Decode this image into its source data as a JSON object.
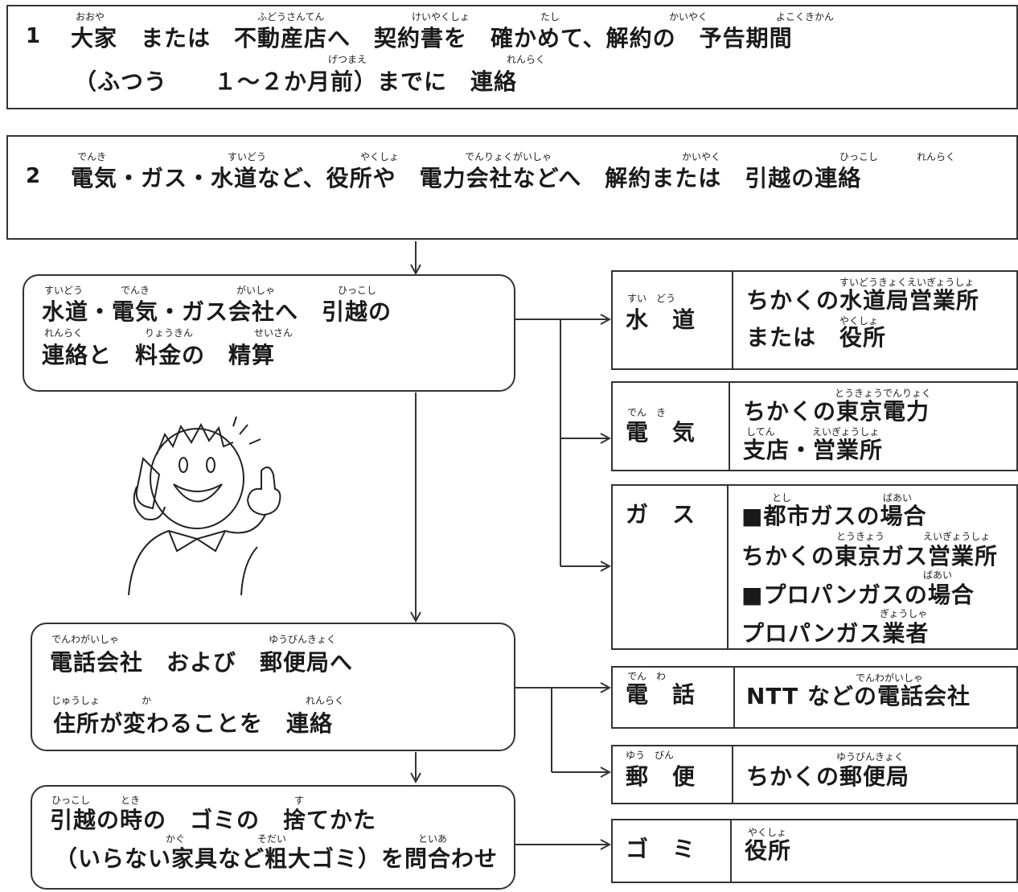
{
  "step1": {
    "number": "1",
    "line1": "大家　または　不動産店へ　契約書を　確かめて、解約の　予告期間",
    "line2": "（ふつう　　１～２か月前）までに　連絡",
    "ruby": [
      "おおや",
      "ふどうさんてん",
      "けいやくしょ",
      "たし",
      "かいやく",
      "よこくきかん",
      "げつまえ",
      "れんらく"
    ]
  },
  "step2": {
    "number": "2",
    "line1": "電気・ガス・水道など、役所や　電力会社などへ　解約または　引越の連絡",
    "ruby": [
      "でんき",
      "すいどう",
      "やくしょ",
      "でんりょくがいしゃ",
      "かいやく",
      "ひっこし",
      "れんらく"
    ]
  },
  "utilities": {
    "line1": "水道・電気・ガス会社へ　引越の",
    "line2": "連絡と　料金の　精算",
    "ruby": [
      "すいどう",
      "でんき",
      "がいしゃ",
      "ひっこし",
      "れんらく",
      "りょうきん",
      "せいさん"
    ]
  },
  "phone_post": {
    "line1": "電話会社　および　郵便局へ",
    "line2": "住所が変わることを　連絡",
    "ruby": [
      "でんわがいしゃ",
      "ゆうびんきょく",
      "じゅうしょ",
      "か",
      "れんらく"
    ]
  },
  "garbage": {
    "line1": "引越の時の　ゴミの　捨てかた",
    "line2": "（いらない家具など粗大ゴミ）を問合わせ",
    "ruby": [
      "ひっこし",
      "とき",
      "す",
      "かぐ",
      "そだい",
      "といあ"
    ]
  },
  "targets": [
    {
      "label": "水　道",
      "ruby": "すい　どう",
      "lines": [
        "ちかくの水道局営業所",
        "または　役所"
      ],
      "ruby2": [
        "すいどうきょくえいぎょうしょ",
        "やくしょ"
      ]
    },
    {
      "label": "電　気",
      "ruby": "でん　き",
      "lines": [
        "ちかくの東京電力",
        "支店・営業所"
      ],
      "ruby2": [
        "とうきょうでんりょく",
        "してん",
        "えいぎょうしょ"
      ]
    },
    {
      "label": "ガ　ス",
      "ruby": "",
      "lines": [
        "■都市ガスの場合",
        "ちかくの東京ガス営業所",
        "■プロパンガスの場合",
        "プロパンガス業者"
      ],
      "ruby2": [
        "とし",
        "ばあい",
        "とうきょう",
        "えいぎょうしょ",
        "ばあい",
        "ぎょうしゃ"
      ]
    },
    {
      "label": "電　話",
      "ruby": "でん　わ",
      "lines": [
        "NTT などの電話会社"
      ],
      "ruby2": [
        "でんわがいしゃ"
      ]
    },
    {
      "label": "郵　便",
      "ruby": "ゆう　びん",
      "lines": [
        "ちかくの郵便局"
      ],
      "ruby2": [
        "ゆうびんきょく"
      ]
    },
    {
      "label": "ゴ　ミ",
      "ruby": "",
      "lines": [
        "役所"
      ],
      "ruby2": [
        "やくしょ"
      ]
    }
  ],
  "colors": {
    "line": "#333333",
    "background": "#ffffff"
  }
}
